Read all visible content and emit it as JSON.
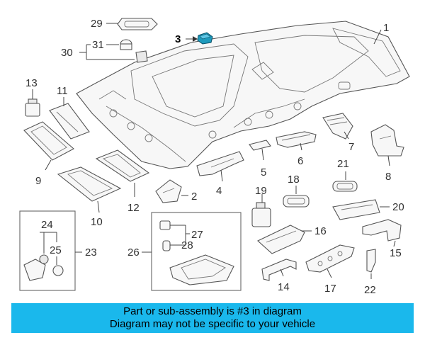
{
  "diagram": {
    "callouts": {
      "c1": "1",
      "c2": "2",
      "c3": "3",
      "c4": "4",
      "c5": "5",
      "c6": "6",
      "c7": "7",
      "c8": "8",
      "c9": "9",
      "c10": "10",
      "c11": "11",
      "c12": "12",
      "c13": "13",
      "c14": "14",
      "c15": "15",
      "c16": "16",
      "c17": "17",
      "c18": "18",
      "c19": "19",
      "c20": "20",
      "c21": "21",
      "c22": "22",
      "c23": "23",
      "c24": "24",
      "c25": "25",
      "c26": "26",
      "c27": "27",
      "c28": "28",
      "c29": "29",
      "c30": "30",
      "c31": "31"
    },
    "highlight_color": "#1e9bbd"
  },
  "banner": {
    "line1": "Part or sub-assembly is #3 in diagram",
    "line2": "Diagram may not be specific to your vehicle",
    "color": "#1ab8ec"
  }
}
